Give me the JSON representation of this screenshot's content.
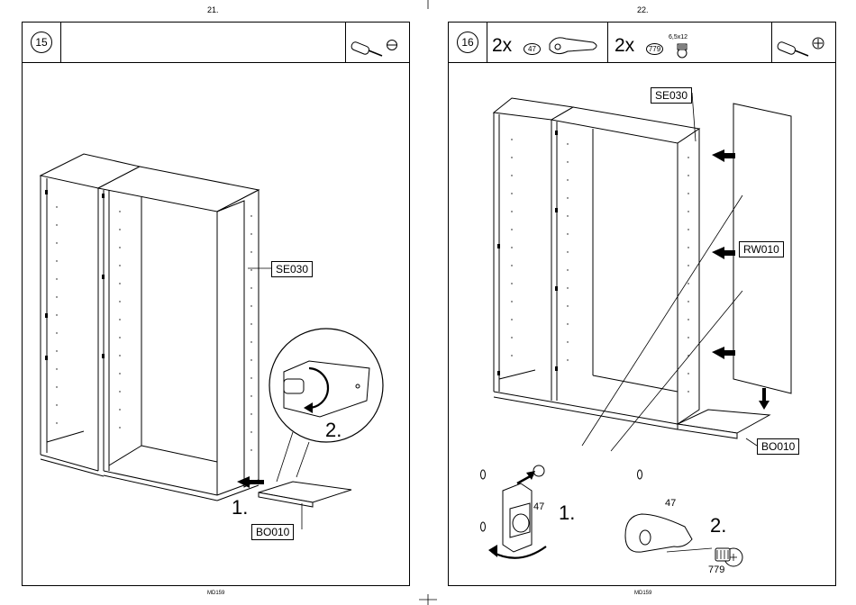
{
  "left_page": {
    "page_number": "21.",
    "footer": "MD159",
    "step": "15",
    "labels": {
      "side": "SE030",
      "bottom": "BO010"
    },
    "callouts": {
      "first": "1.",
      "second": "2."
    },
    "tool_icons": [
      "screwdriver-icon",
      "slotted-screw-icon"
    ]
  },
  "right_page": {
    "page_number": "22.",
    "footer": "MD159",
    "step": "16",
    "parts": [
      {
        "qty": "2x",
        "code": "47"
      },
      {
        "qty": "2x",
        "code": "779",
        "size": "6,5x12"
      }
    ],
    "labels": {
      "side": "SE030",
      "back": "RW010",
      "bottom": "BO010"
    },
    "detail": {
      "first": "1.",
      "second": "2.",
      "part_a": "47",
      "part_b": "47",
      "screw": "779"
    },
    "tool_icons": [
      "screwdriver-icon",
      "phillips-screw-icon"
    ]
  }
}
